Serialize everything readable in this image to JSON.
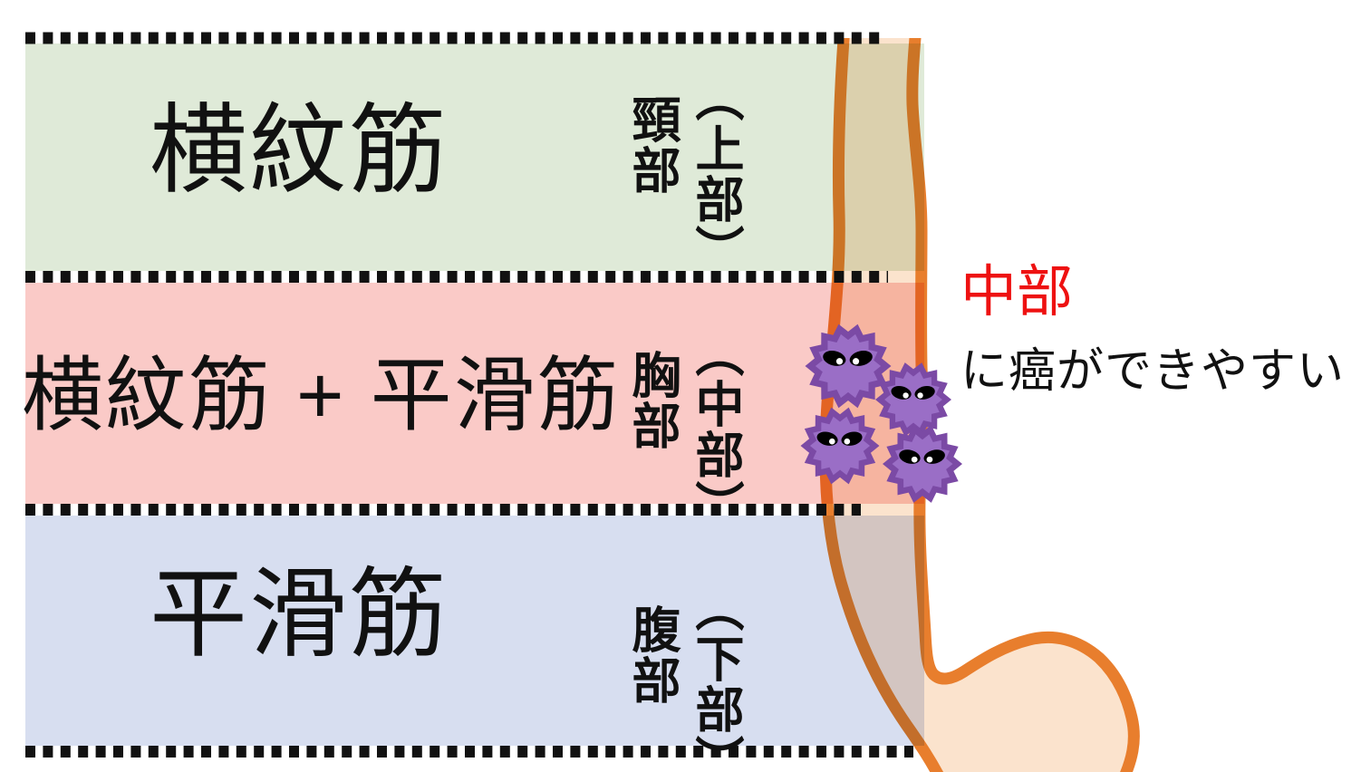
{
  "figure": {
    "background": "#ffffff",
    "divider_color": "#111111",
    "bands": [
      {
        "muscle_label": "横紋筋",
        "region": "頸部",
        "region_paren": "（上部）",
        "fill": "#dfead8"
      },
      {
        "muscle_label": "横紋筋 + 平滑筋",
        "region": "胸部",
        "region_paren": "（中部）",
        "fill": "#facac7"
      },
      {
        "muscle_label": "平滑筋",
        "region": "腹部",
        "region_paren": "（下部）",
        "fill": "#d7def0"
      }
    ],
    "annotation": {
      "highlight": "中部",
      "highlight_color": "#ee1111",
      "text": "に癌ができやすい"
    },
    "esophagus": {
      "stroke": "#e87e2d",
      "fill": "#fbe3cd"
    },
    "cancer_cells": {
      "count": 4,
      "body_color": "#7b4aa5",
      "inner_color": "#9a6ec6",
      "eye_color": "#000000",
      "pupil_color": "#ffffff"
    }
  }
}
